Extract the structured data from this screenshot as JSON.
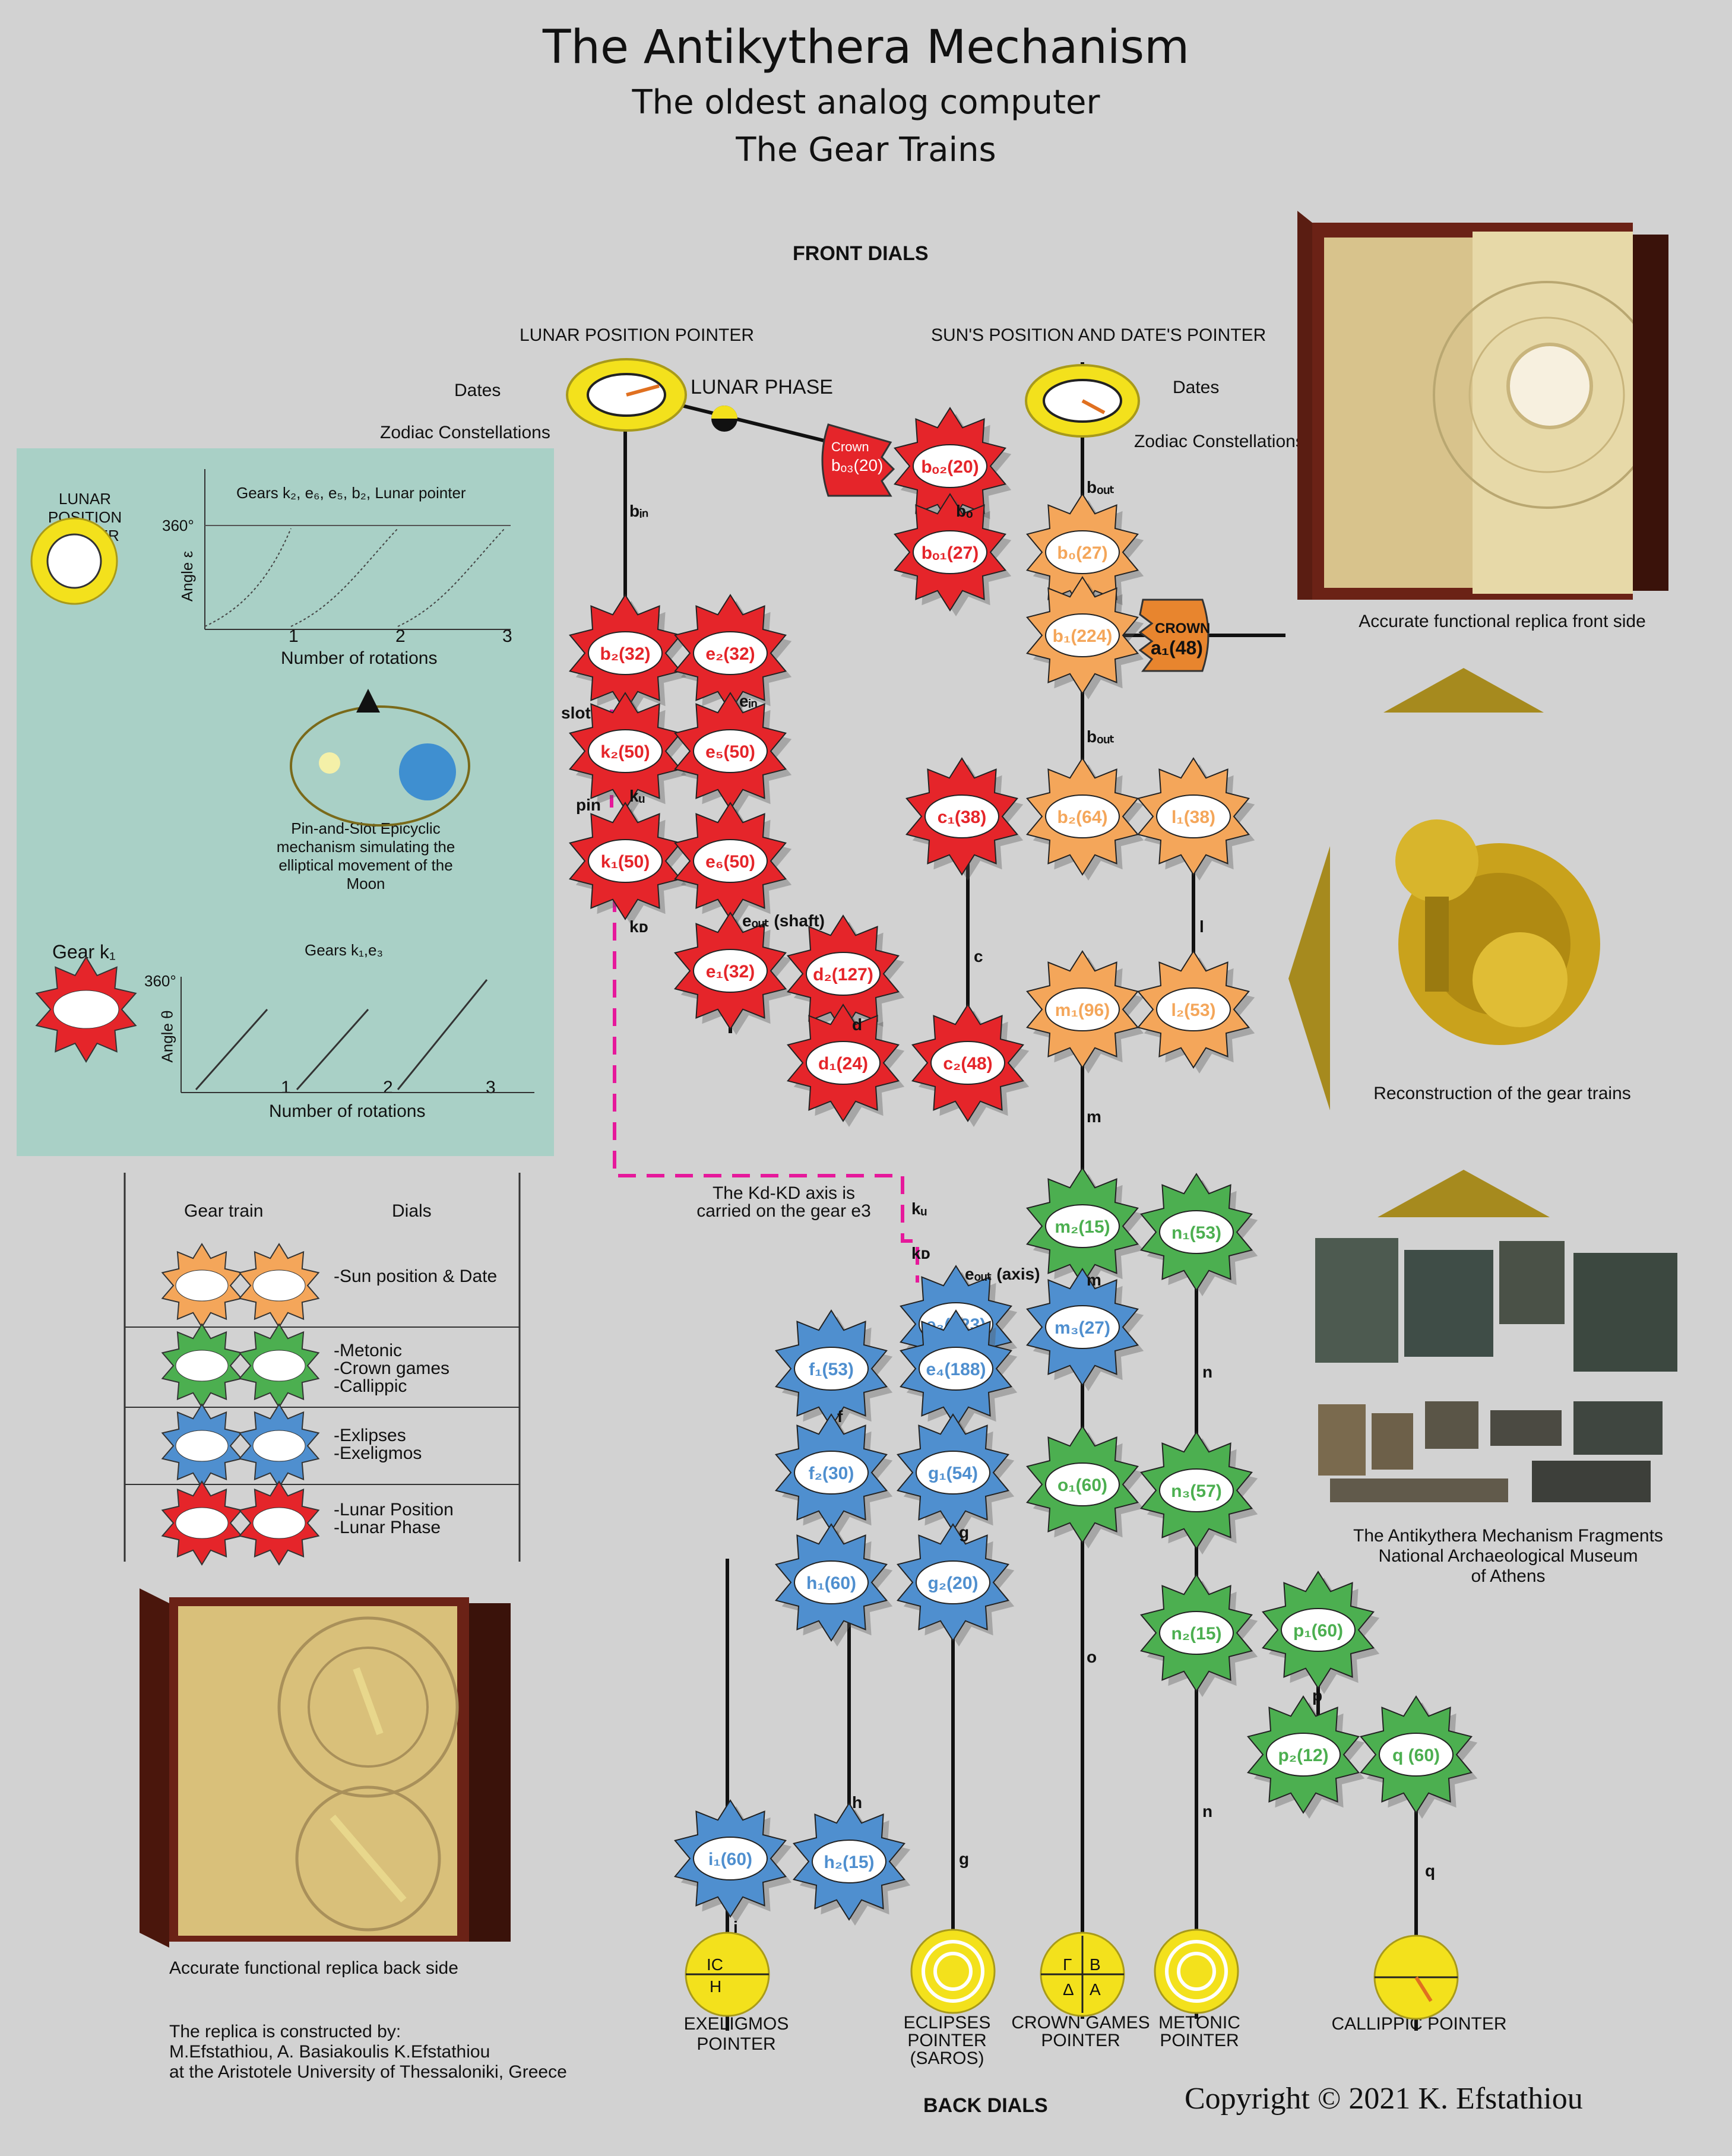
{
  "title": "The Antikythera Mechanism",
  "subtitle1": "The oldest analog computer",
  "subtitle2": "The Gear Trains",
  "sections": {
    "front": "FRONT DIALS",
    "back": "BACK DIALS"
  },
  "pointers": {
    "lunar": "LUNAR POSITION POINTER",
    "sun": "SUN'S POSITION AND DATE'S POINTER",
    "lunar_phase": "LUNAR PHASE",
    "dates_left": "Dates",
    "dates_right": "Dates",
    "zodiac_left": "Zodiac Constellations",
    "zodiac_right": "Zodiac Constellations"
  },
  "colors": {
    "red": "#e5252a",
    "orange": "#f4a65a",
    "orange_dark": "#e8852e",
    "green": "#4caf50",
    "blue": "#4f8fcf",
    "magenta": "#e6199b",
    "yellow": "#f3e11c",
    "triangle": "#a68a1e",
    "panel": "#a9d0c6"
  },
  "gears": [
    {
      "id": "b2_32",
      "label": "b₂(32)",
      "color": "red"
    },
    {
      "id": "e2_32",
      "label": "e₂(32)",
      "color": "red"
    },
    {
      "id": "k2_50",
      "label": "k₂(50)",
      "color": "red"
    },
    {
      "id": "e5_50",
      "label": "e₅(50)",
      "color": "red"
    },
    {
      "id": "k1_50",
      "label": "k₁(50)",
      "color": "red"
    },
    {
      "id": "e6_50",
      "label": "e₆(50)",
      "color": "red"
    },
    {
      "id": "e1_32",
      "label": "e₁(32)",
      "color": "red"
    },
    {
      "id": "d2_127",
      "label": "d₂(127)",
      "color": "red"
    },
    {
      "id": "d1_24",
      "label": "d₁(24)",
      "color": "red"
    },
    {
      "id": "c2_48",
      "label": "c₂(48)",
      "color": "red"
    },
    {
      "id": "c1_38",
      "label": "c₁(38)",
      "color": "red"
    },
    {
      "id": "bo2_20",
      "label": "bₒ₂(20)",
      "color": "red"
    },
    {
      "id": "bo1_27",
      "label": "bₒ₁(27)",
      "color": "red"
    },
    {
      "id": "b0_27",
      "label": "b₀(27)",
      "color": "orange"
    },
    {
      "id": "b1_224",
      "label": "b₁(224)",
      "color": "orange"
    },
    {
      "id": "b2_64",
      "label": "b₂(64)",
      "color": "orange"
    },
    {
      "id": "l1_38",
      "label": "l₁(38)",
      "color": "orange"
    },
    {
      "id": "m1_96",
      "label": "m₁(96)",
      "color": "orange"
    },
    {
      "id": "l2_53",
      "label": "l₂(53)",
      "color": "orange"
    },
    {
      "id": "m2_15",
      "label": "m₂(15)",
      "color": "green"
    },
    {
      "id": "n1_53",
      "label": "n₁(53)",
      "color": "green"
    },
    {
      "id": "o1_60",
      "label": "o₁(60)",
      "color": "green"
    },
    {
      "id": "n3_57",
      "label": "n₃(57)",
      "color": "green"
    },
    {
      "id": "n2_15",
      "label": "n₂(15)",
      "color": "green"
    },
    {
      "id": "p1_60",
      "label": "p₁(60)",
      "color": "green"
    },
    {
      "id": "p2_12",
      "label": "p₂(12)",
      "color": "green"
    },
    {
      "id": "q_60",
      "label": "q (60)",
      "color": "green"
    },
    {
      "id": "e3_223",
      "label": "e₃(223)",
      "color": "blue"
    },
    {
      "id": "m3_27",
      "label": "m₃(27)",
      "color": "blue"
    },
    {
      "id": "f1_53",
      "label": "f₁(53)",
      "color": "blue"
    },
    {
      "id": "e4_188",
      "label": "e₄(188)",
      "color": "blue"
    },
    {
      "id": "f2_30",
      "label": "f₂(30)",
      "color": "blue"
    },
    {
      "id": "g1_54",
      "label": "g₁(54)",
      "color": "blue"
    },
    {
      "id": "h1_60",
      "label": "h₁(60)",
      "color": "blue"
    },
    {
      "id": "g2_20",
      "label": "g₂(20)",
      "color": "blue"
    },
    {
      "id": "i1_60",
      "label": "i₁(60)",
      "color": "blue"
    },
    {
      "id": "h2_15",
      "label": "h₂(15)",
      "color": "blue"
    }
  ],
  "crowns": {
    "a1": "a₁(48)",
    "a1_crown": "CROWN",
    "bo3": "bₒ₃(20)",
    "bo3_crown": "Crown"
  },
  "axis_labels": {
    "b_in": "bᵢₙ",
    "b_o": "bₒ",
    "b_out1": "bₒᵤₜ",
    "b_out2": "bₒᵤₜ",
    "e_in": "eᵢₙ",
    "e_out_shaft": "eₒᵤₜ (shaft)",
    "e_out_axis": "eₒᵤₜ (axis)",
    "slot": "slot",
    "pin": "pin",
    "k_u": "kᵤ",
    "k_d1": "kᴅ",
    "k_d2": "kᴅ",
    "k_u2": "kᵤ",
    "c": "c",
    "d": "d",
    "l": "l",
    "m1": "m",
    "m2": "m",
    "n1": "n",
    "n2": "n",
    "o": "o",
    "f": "f",
    "g1": "g",
    "g2": "g",
    "h": "h",
    "i": "i",
    "p": "p",
    "q": "q"
  },
  "kd_note": "The Kd-KD axis is carried on the gear e3",
  "back_pointers": {
    "exeligmos": "EXELIGMOS POINTER",
    "eclipses": "ECLIPSES POINTER (SAROS)",
    "crown": "CROWN GAMES POINTER",
    "metonic": "METONIC POINTER",
    "callippic": "CALLIPPIC POINTER"
  },
  "dial_glyphs": {
    "ic": "IC",
    "h": "H",
    "gamma": "Γ",
    "beta": "B",
    "delta": "Δ",
    "alpha": "A"
  },
  "panel": {
    "lunar_pointer": "LUNAR POSITION POINTER",
    "chart1_title": "Gears k₂, e₆, e₅, b₂, Lunar pointer",
    "chart1_ylabel": "Angle ε",
    "chart1_xlabel": "Number of rotations",
    "chart1_y360": "360°",
    "chart1_ticks": [
      "1",
      "2",
      "3"
    ],
    "pin_slot": "Pin-and-Slot Epicyclic mechanism simulating the elliptical movement of the Moon",
    "gear_k1": "Gear k₁",
    "chart2_title": "Gears k₁,e₃",
    "chart2_ylabel": "Angle θ",
    "chart2_xlabel": "Number of rotations",
    "chart2_y360": "360°",
    "chart2_ticks": [
      "1",
      "2",
      "3"
    ]
  },
  "legend": {
    "header_train": "Gear train",
    "header_dials": "Dials",
    "rows": [
      {
        "color": "orange",
        "text": "-Sun position & Date"
      },
      {
        "color": "green",
        "text": "-Metonic\n-Crown games\n-Callippic"
      },
      {
        "color": "blue",
        "text": "-Exlipses\n-Exeligmos"
      },
      {
        "color": "red",
        "text": "-Lunar Position\n-Lunar Phase"
      }
    ]
  },
  "captions": {
    "front_replica": "Accurate functional replica front side",
    "reconstruction": "Reconstruction of the gear trains",
    "fragments": "The Antikythera Mechanism Fragments\nNational Archaeological Museum\nof Athens",
    "back_replica": "Accurate functional replica back side",
    "constructed": "The replica is constructed by:\nM.Efstathiou, A. Basiakoulis K.Efstathiou\nat the Aristotele University of Thessaloniki, Greece"
  },
  "copyright": "Copyright © 2021 K. Efstathiou"
}
